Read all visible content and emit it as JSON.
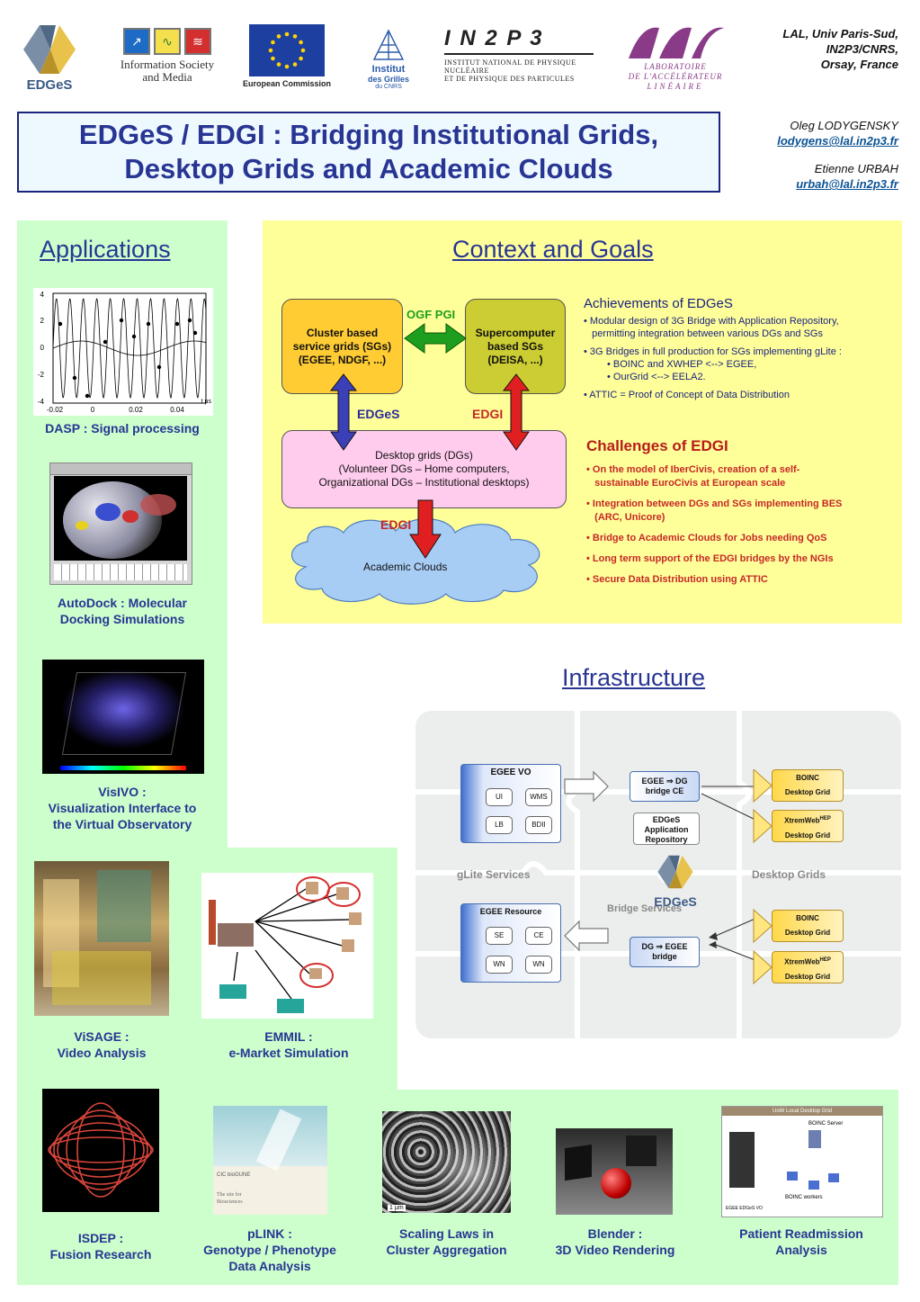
{
  "header": {
    "logos": {
      "edges": "EDGeS",
      "ism_line1": "Information Society",
      "ism_line2": "and Media",
      "ec": "European Commission",
      "iscg_line1": "Institut",
      "iscg_line2": "des Grilles",
      "iscg_line3": "du CNRS",
      "in2p3": "I N 2 P 3",
      "in2p3_line1": "Institut National de Physique Nucléaire",
      "in2p3_line2": "et de Physique des Particules",
      "lal_line1": "LABORATOIRE",
      "lal_line2": "DE L'ACCÉLÉRATEUR",
      "lal_line3": "LINÉAIRE"
    },
    "affiliation": [
      "LAL, Univ Paris-Sud,",
      "IN2P3/CNRS,",
      "Orsay, France"
    ],
    "title_line1": "EDGeS / EDGI :  Bridging Institutional Grids,",
    "title_line2": "Desktop Grids and Academic Clouds",
    "authors": [
      {
        "name": "Oleg LODYGENSKY",
        "email": "lodygens@lal.in2p3.fr"
      },
      {
        "name": "Etienne URBAH",
        "email": "urbah@lal.in2p3.fr"
      }
    ]
  },
  "applications": {
    "title": "Applications",
    "items": [
      {
        "caption": "DASP :  Signal processing"
      },
      {
        "caption_line1": "AutoDock :  Molecular",
        "caption_line2": "Docking Simulations"
      },
      {
        "caption_line1": "VisIVO :",
        "caption_line2": "Visualization Interface to",
        "caption_line3": "the Virtual Observatory"
      },
      {
        "caption_line1": "ViSAGE :",
        "caption_line2": "Video Analysis"
      },
      {
        "caption_line1": "EMMIL :",
        "caption_line2": "e-Market Simulation"
      },
      {
        "caption_line1": "ISDEP :",
        "caption_line2": "Fusion Research"
      },
      {
        "caption_line1": "pLINK :",
        "caption_line2": "Genotype / Phenotype",
        "caption_line3": "Data Analysis"
      },
      {
        "caption_line1": "Scaling Laws in",
        "caption_line2": "Cluster Aggregation"
      },
      {
        "caption_line1": "Blender :",
        "caption_line2": "3D Video Rendering"
      },
      {
        "caption_line1": "Patient Readmission",
        "caption_line2": "Analysis"
      }
    ],
    "dasp_chart": {
      "y_ticks": [
        "4",
        "2",
        "0",
        "-2",
        "-4"
      ],
      "x_ticks": [
        "-0.02",
        "0",
        "0.02",
        "0.04"
      ],
      "x_unit": "t µs"
    },
    "scaling_scale": "1 µm"
  },
  "context": {
    "title": "Context  and  Goals",
    "diagram": {
      "cluster": [
        "Cluster based",
        "service grids (SGs)",
        "(EGEE, NDGF, ...)"
      ],
      "super": [
        "Supercomputer",
        "based SGs",
        "(DEISA, ...)"
      ],
      "desktop": [
        "Desktop grids (DGs)",
        "(Volunteer DGs – Home computers,",
        "Organizational DGs – Institutional desktops)"
      ],
      "cloud": "Academic Clouds",
      "ogf": "OGF PGI",
      "edges": "EDGeS",
      "edgi1": "EDGI",
      "edgi2": "EDGI"
    },
    "achievements_title": "Achievements of EDGeS",
    "achievements": [
      "• Modular design of 3G Bridge with Application Repository,",
      "   permitting integration between various DGs and SGs",
      "• 3G Bridges in full production for SGs implementing gLite :",
      "• BOINC and XWHEP <--> EGEE,",
      "• OurGrid <--> EELA2.",
      "• ATTIC = Proof of Concept of Data Distribution"
    ],
    "challenges_title": "Challenges of EDGI",
    "challenges": [
      "• On the model of IberCivis, creation of a self-",
      "   sustainable EuroCivis at European scale",
      "• Integration between DGs and SGs implementing BES",
      "   (ARC, Unicore)",
      "• Bridge to Academic Clouds for Jobs needing QoS",
      "• Long term support of the EDGI bridges by the NGIs",
      "• Secure Data Distribution using ATTIC"
    ]
  },
  "infrastructure": {
    "title": "Infrastructure",
    "egee_vo": "EGEE VO",
    "vo_nodes": [
      "UI",
      "WMS",
      "LB",
      "BDII"
    ],
    "egee_resource": "EGEE Resource",
    "res_nodes": [
      "SE",
      "CE",
      "WN",
      "WN"
    ],
    "glite": "gLite Services",
    "desktop_grids": "Desktop Grids",
    "bridge_ce": [
      "EGEE ⇒ DG",
      "bridge CE"
    ],
    "app_repo": [
      "EDGeS",
      "Application",
      "Repository"
    ],
    "dg_bridge": [
      "DG ⇒ EGEE",
      "bridge"
    ],
    "bridge_services": "Bridge Services",
    "edges_logo": "EDGeS",
    "boinc": "BOINC",
    "xtrem": "XtremWeb",
    "hep": "HEP",
    "dgrid": "Desktop Grid"
  },
  "patient_thumb": {
    "header": "UoW Local Desktop Grid",
    "boinc_server": "BOINC Server",
    "boinc_workers": "BOINC workers",
    "edges_vo": "EGEE EDGeS VO"
  },
  "plink_thumb": {
    "brand": "CIC bioGUNE",
    "tag_line1": "The site for",
    "tag_line2": "Biosciences"
  }
}
